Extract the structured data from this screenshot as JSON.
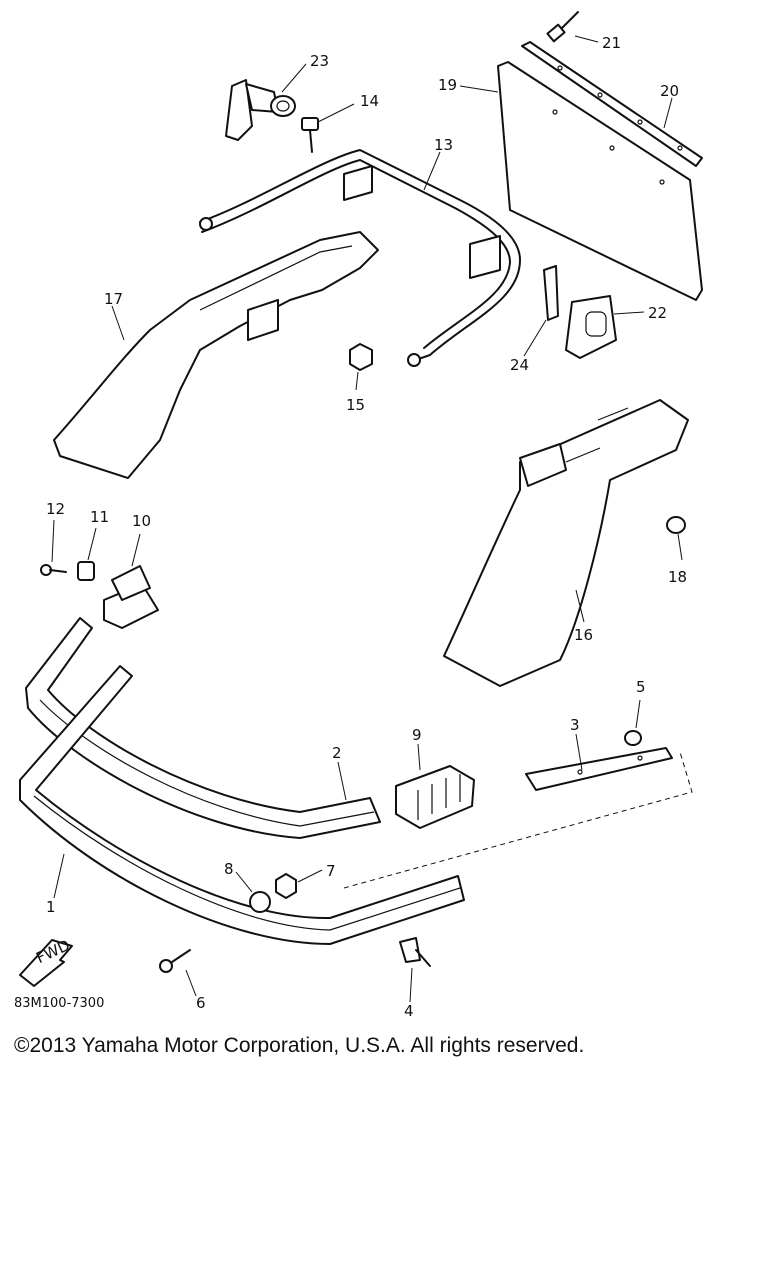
{
  "diagram": {
    "code": "83M100-7300",
    "fwd_label": "FWD",
    "callouts": [
      {
        "id": "c1",
        "text": "1"
      },
      {
        "id": "c2",
        "text": "2"
      },
      {
        "id": "c3",
        "text": "3"
      },
      {
        "id": "c4",
        "text": "4"
      },
      {
        "id": "c5",
        "text": "5"
      },
      {
        "id": "c6",
        "text": "6"
      },
      {
        "id": "c7",
        "text": "7"
      },
      {
        "id": "c8",
        "text": "8"
      },
      {
        "id": "c9",
        "text": "9"
      },
      {
        "id": "c10",
        "text": "10"
      },
      {
        "id": "c11",
        "text": "11"
      },
      {
        "id": "c12",
        "text": "12"
      },
      {
        "id": "c13",
        "text": "13"
      },
      {
        "id": "c14",
        "text": "14"
      },
      {
        "id": "c15",
        "text": "15"
      },
      {
        "id": "c16",
        "text": "16"
      },
      {
        "id": "c17",
        "text": "17"
      },
      {
        "id": "c18",
        "text": "18"
      },
      {
        "id": "c19",
        "text": "19"
      },
      {
        "id": "c20",
        "text": "20"
      },
      {
        "id": "c21",
        "text": "21"
      },
      {
        "id": "c22",
        "text": "22"
      },
      {
        "id": "c23",
        "text": "23"
      },
      {
        "id": "c24",
        "text": "24"
      }
    ]
  },
  "footer": {
    "copyright": "©2013 Yamaha Motor Corporation, U.S.A. All rights reserved."
  }
}
